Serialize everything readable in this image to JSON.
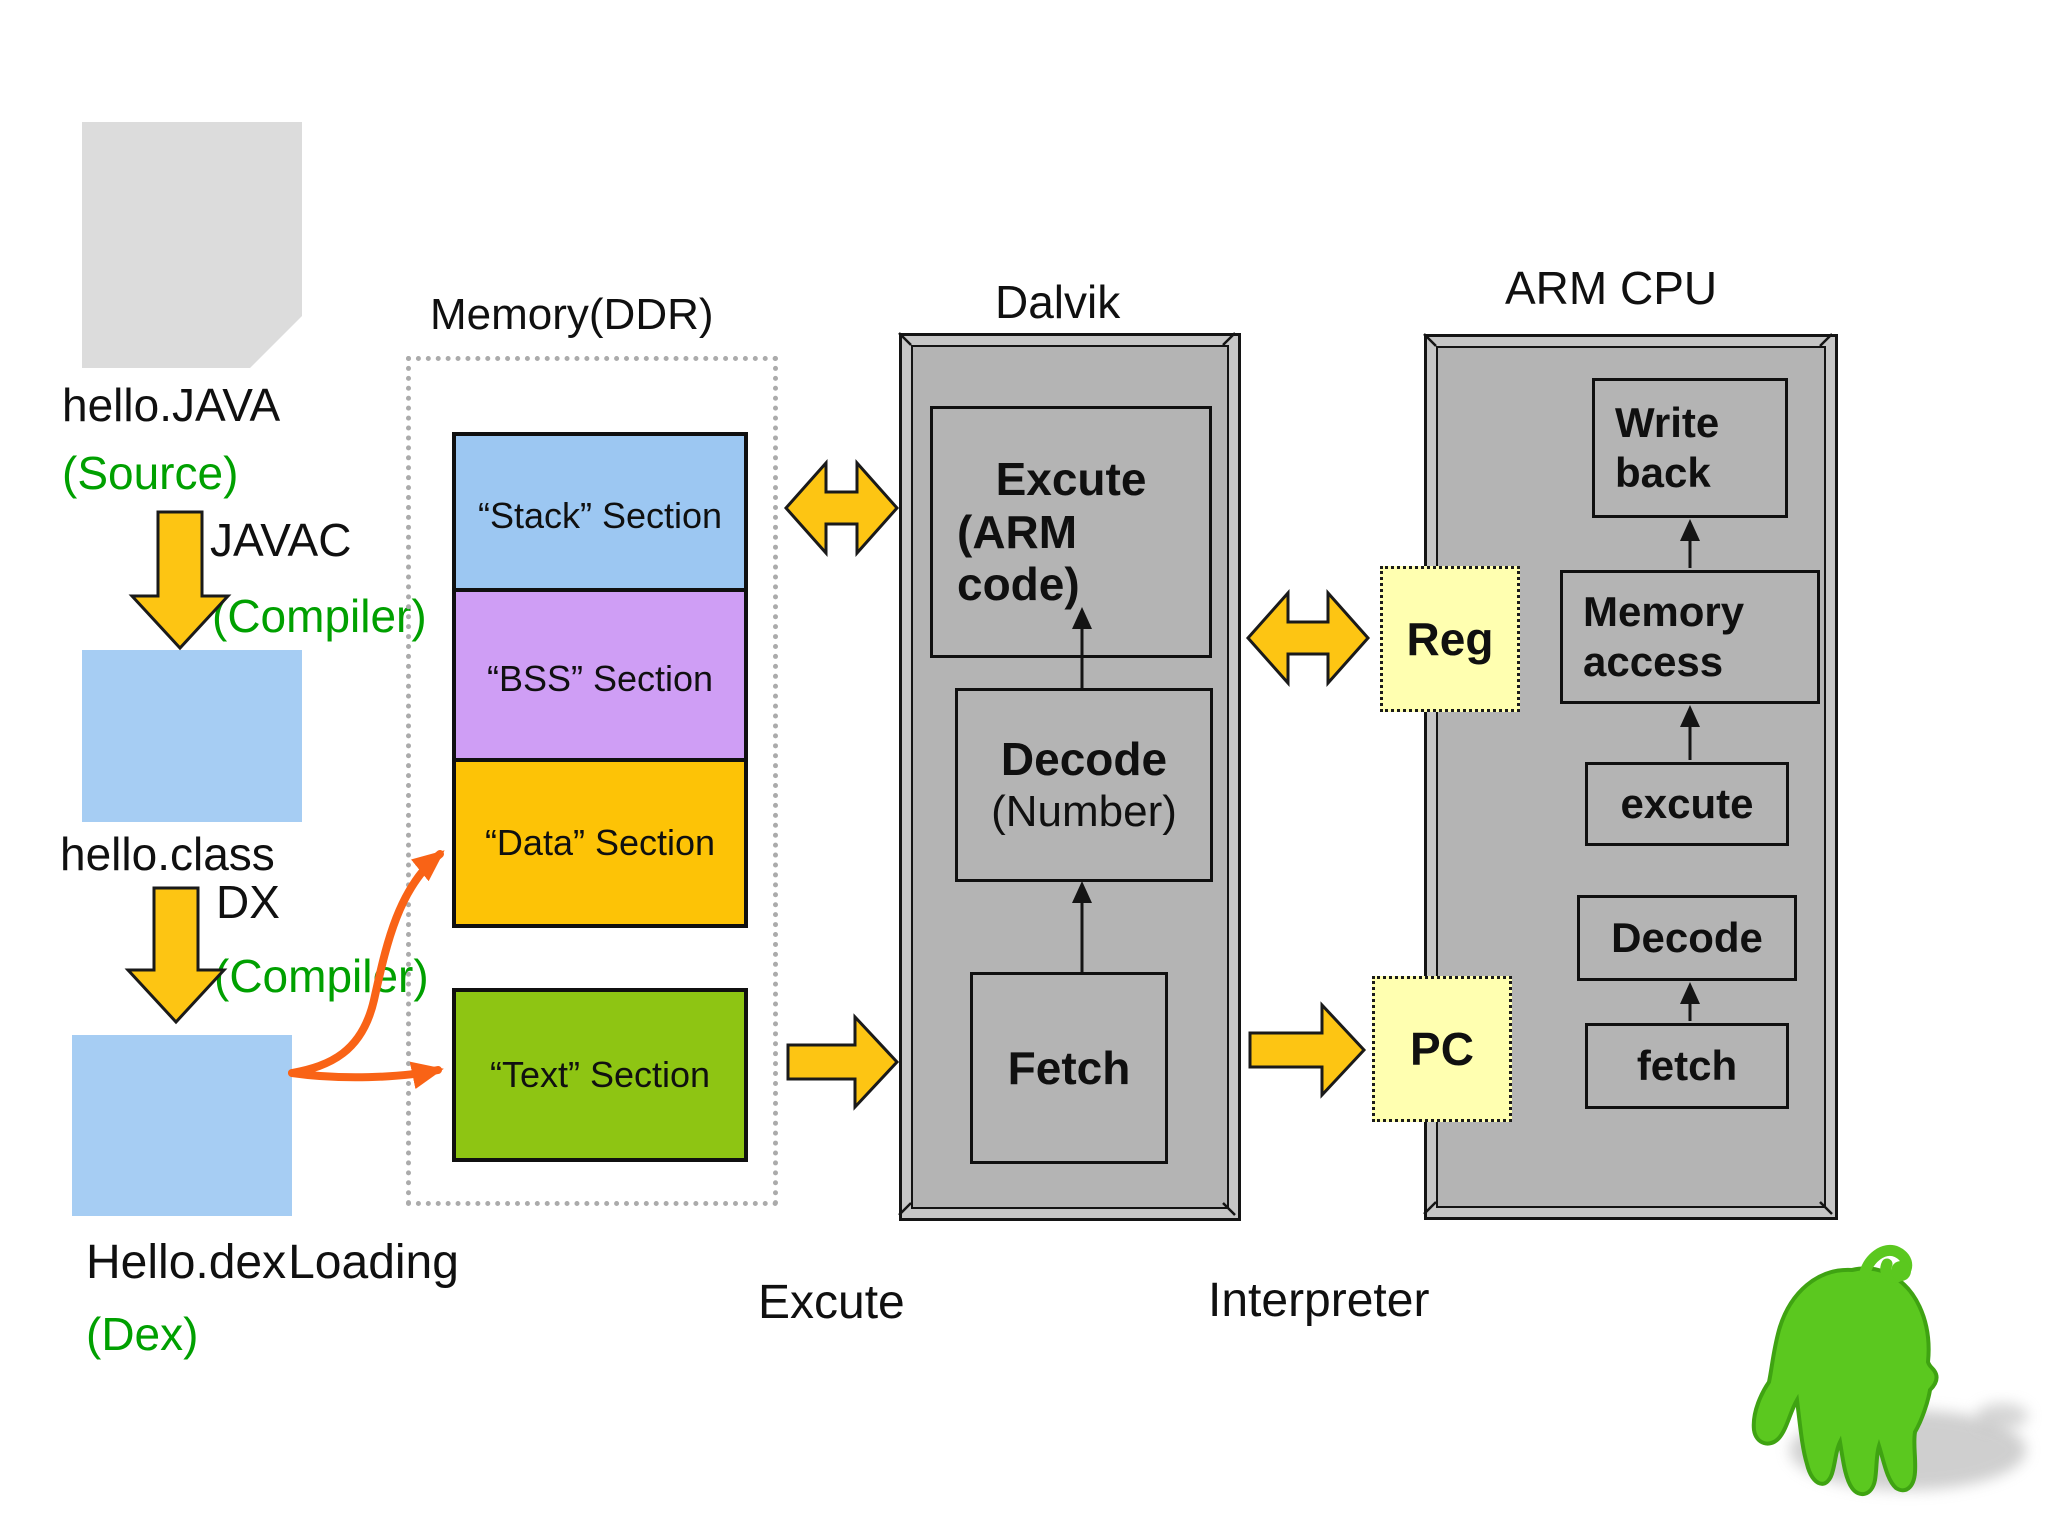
{
  "colors": {
    "accent_gold": "#fdc513",
    "orange_arrow": "#f96316",
    "green_text": "#00a000",
    "panel_gray": "#b4b4b4",
    "stack_blue": "#9cc7f2",
    "bss_purple": "#cf9ef5",
    "data_gold": "#fdc306",
    "text_green": "#8ec513",
    "file_blue": "#a6cdf3",
    "doc_gray": "#dcdcdc",
    "register_yellow": "#ffffb0",
    "mascot_green": "#5bc81f"
  },
  "left_flow": {
    "source_file": {
      "name": "hello.JAVA",
      "kind": "(Source)"
    },
    "javac": {
      "tool": "JAVAC",
      "kind": "(Compiler)"
    },
    "class_file": {
      "name": "hello.class"
    },
    "dx": {
      "tool": "DX",
      "kind": "(Compiler)"
    },
    "dex_file": {
      "name": "Hello.dex",
      "loading": "Loading",
      "kind": "(Dex)"
    }
  },
  "memory": {
    "title": "Memory(DDR)",
    "sections": [
      {
        "label": "“Stack” Section"
      },
      {
        "label": "“BSS” Section"
      },
      {
        "label": "“Data” Section"
      },
      {
        "label": "“Text” Section"
      }
    ]
  },
  "dalvik": {
    "title": "Dalvik",
    "execute_stage": {
      "line1": "Excute",
      "line2": "(ARM",
      "line3": "code)"
    },
    "decode_stage": {
      "line1": "Decode",
      "line2": "(Number)"
    },
    "fetch_stage": {
      "line1": "Fetch"
    }
  },
  "registers": {
    "reg": "Reg",
    "pc": "PC"
  },
  "cpu": {
    "title": "ARM CPU",
    "stages": [
      {
        "line1": "Write",
        "line2": "back"
      },
      {
        "line1": "Memory",
        "line2": "access"
      },
      {
        "line1": "excute"
      },
      {
        "line1": "Decode"
      },
      {
        "line1": "fetch"
      }
    ]
  },
  "captions": {
    "execute": "Excute",
    "interpreter": "Interpreter"
  }
}
